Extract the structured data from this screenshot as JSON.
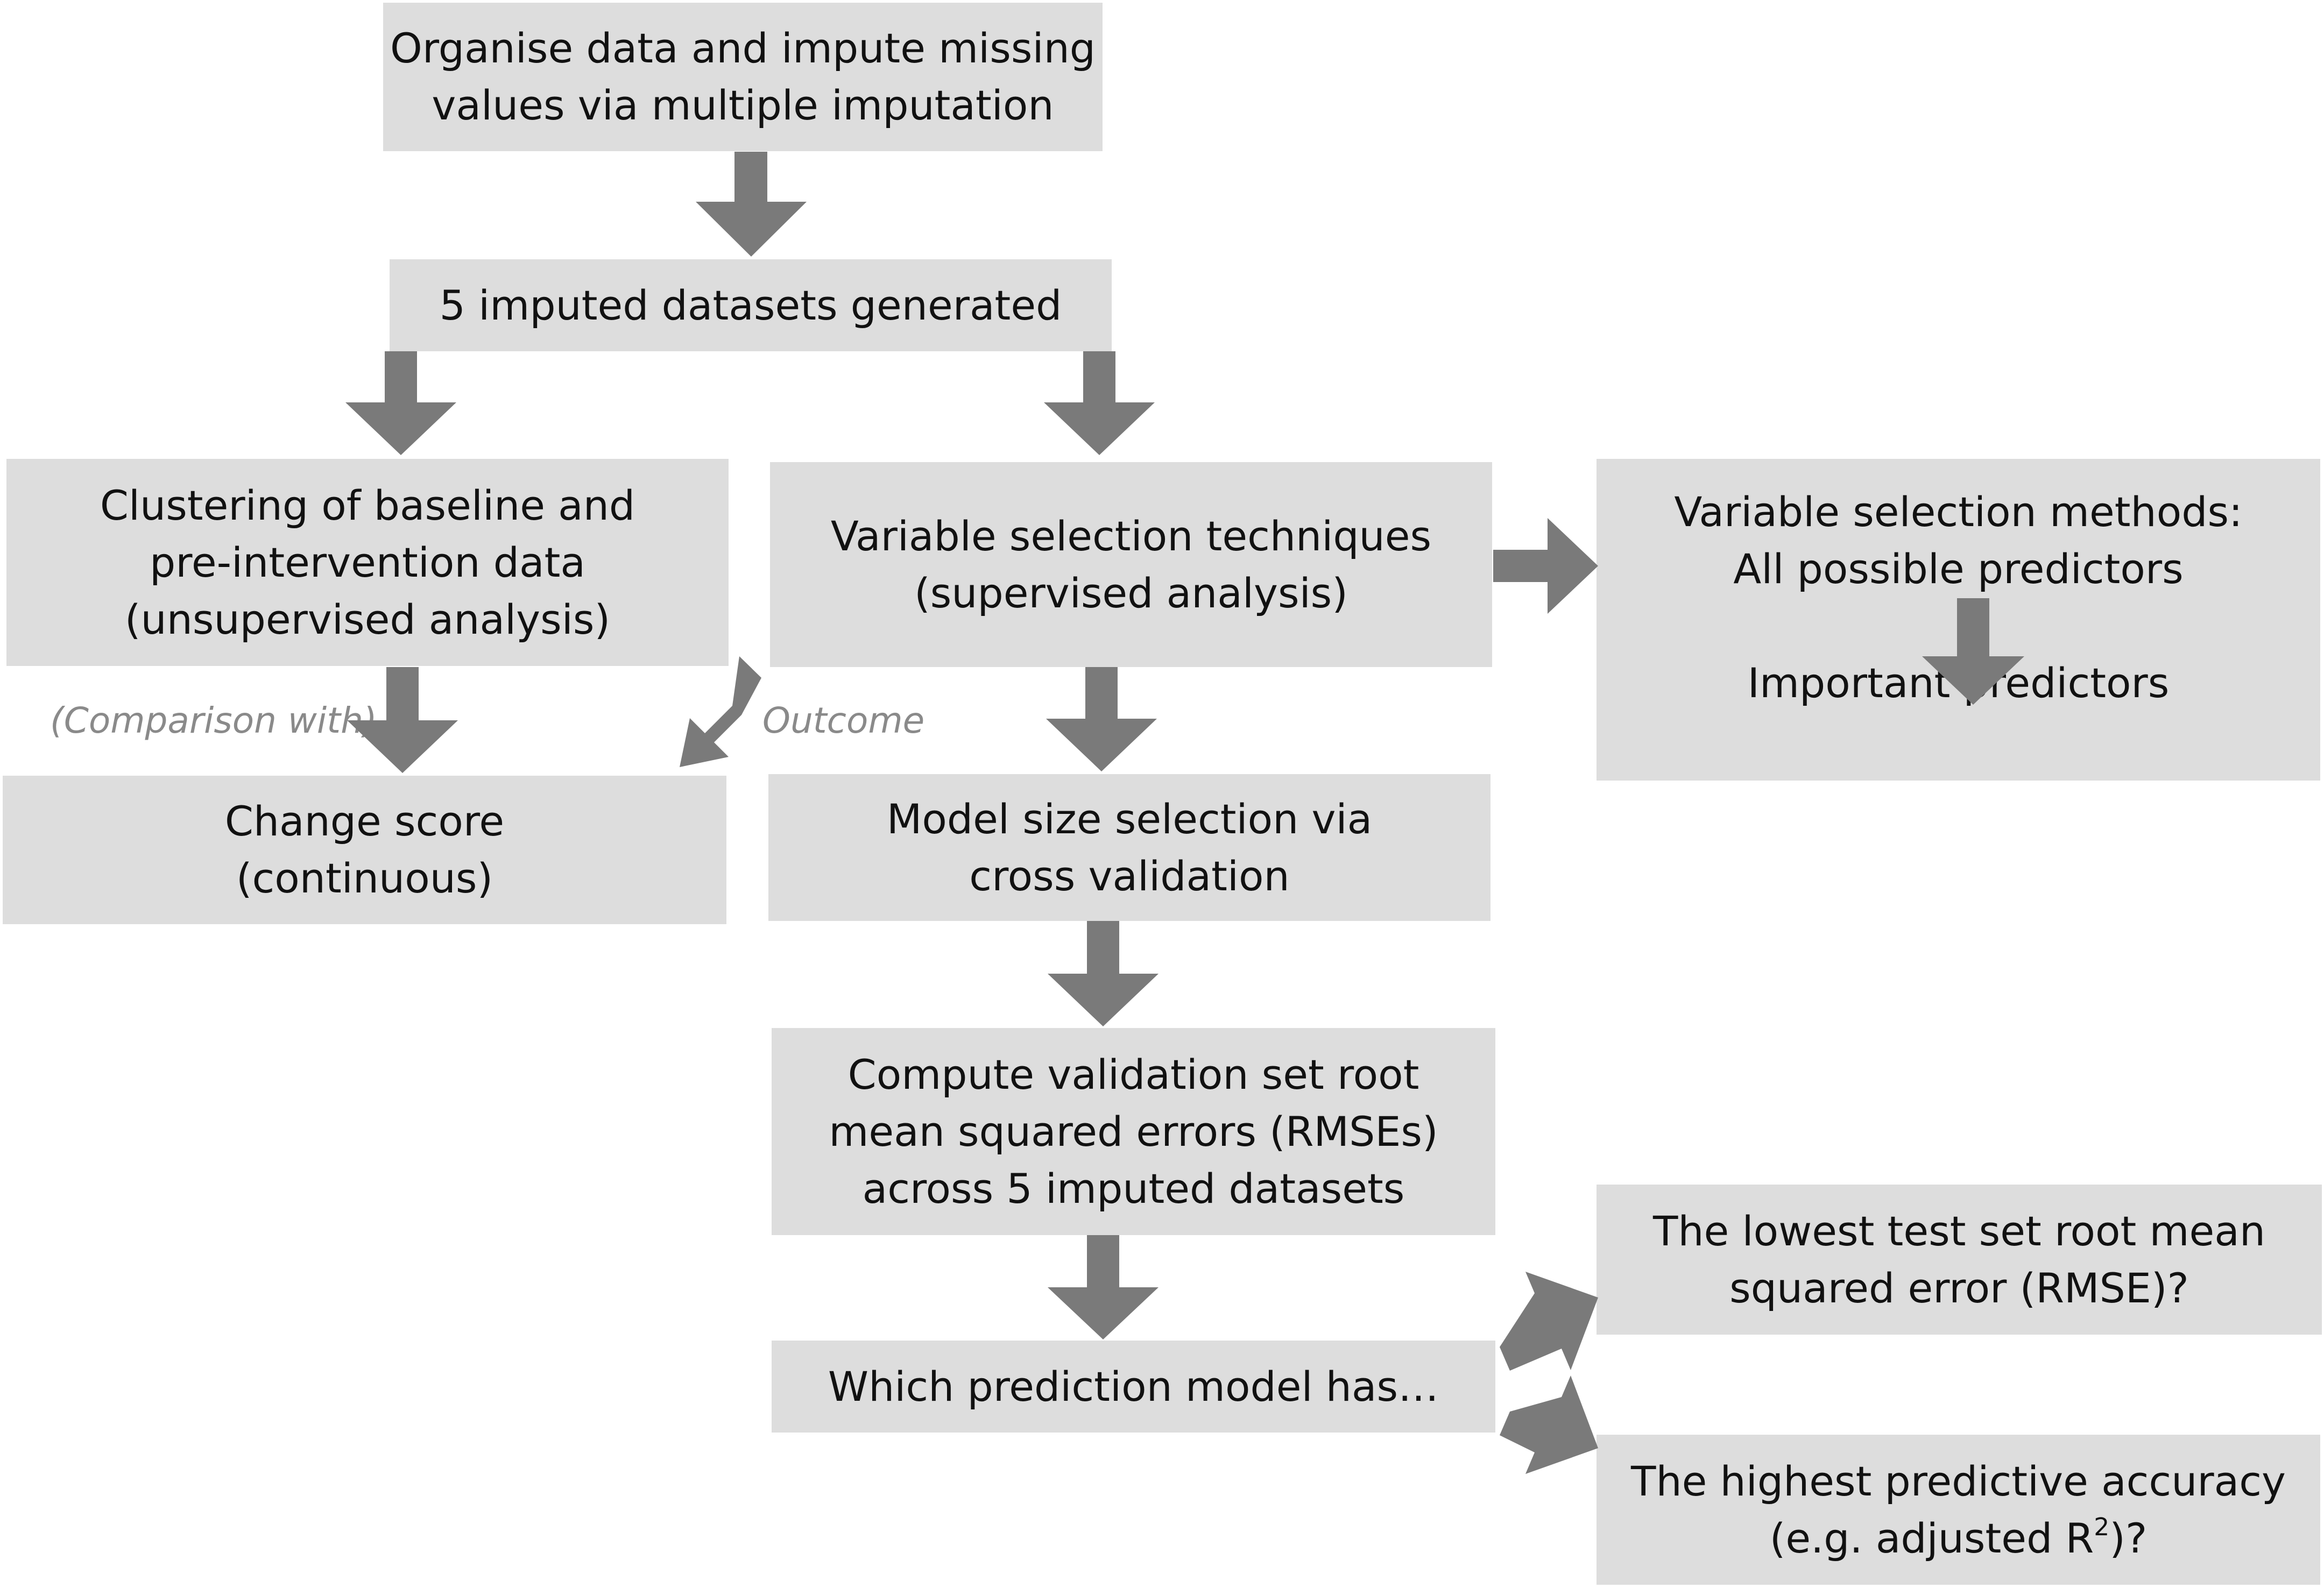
{
  "colors": {
    "box_fill": "#dddddd",
    "arrow_fill": "#7a7a7a",
    "label_color": "#8a8a8a",
    "text_color": "#111111"
  },
  "nodes": {
    "organise": {
      "line1": "Organise data and impute missing",
      "line2": "values via multiple imputation"
    },
    "imputed": {
      "line1": "5 imputed datasets generated"
    },
    "clustering": {
      "line1": "Clustering of baseline and",
      "line2": "pre-intervention data",
      "line3": "(unsupervised analysis)"
    },
    "variable_selection": {
      "line1": "Variable selection techniques",
      "line2": "(supervised analysis)"
    },
    "methods": {
      "line1": "Variable selection methods:",
      "line2": "All possible predictors",
      "line3": "Important predictors"
    },
    "change_score": {
      "line1": "Change score",
      "line2": "(continuous)"
    },
    "model_size": {
      "line1": "Model size selection via",
      "line2": "cross validation"
    },
    "compute": {
      "line1": "Compute validation set root",
      "line2": "mean squared errors (RMSEs)",
      "line3": "across 5 imputed datasets"
    },
    "which_model": {
      "line1": "Which prediction model has…"
    },
    "lowest_rmse": {
      "line1": "The lowest test set root mean",
      "line2": "squared error (RMSE)?"
    },
    "highest_accuracy": {
      "line1": "The highest predictive accuracy",
      "line2_prefix": "(e.g. adjusted R",
      "line2_sup": "2",
      "line2_suffix": ")?"
    }
  },
  "edge_labels": {
    "comparison": "(Comparison with)",
    "outcome": "Outcome"
  }
}
